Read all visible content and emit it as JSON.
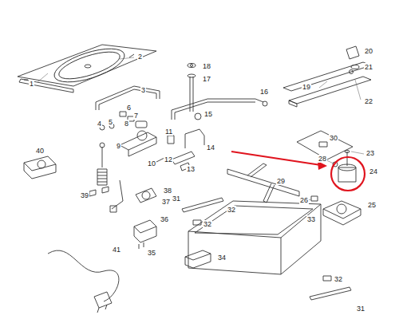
{
  "diagram": {
    "labels": [
      "1",
      "2",
      "3",
      "4",
      "5",
      "6",
      "7",
      "8",
      "9",
      "10",
      "11",
      "12",
      "13",
      "14",
      "15",
      "16",
      "17",
      "18",
      "19",
      "20",
      "21",
      "22",
      "23",
      "24",
      "25",
      "26",
      "28",
      "29",
      "30",
      "31",
      "31",
      "32",
      "32",
      "32",
      "33",
      "34",
      "35",
      "36",
      "37",
      "38",
      "39",
      "40",
      "41"
    ]
  }
}
